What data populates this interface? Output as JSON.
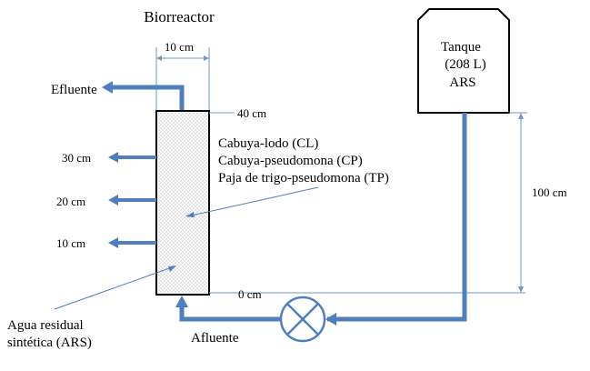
{
  "diagram": {
    "title": "Biorreactor",
    "width_label": "10 cm",
    "effluent_label": "Efluente",
    "tank": {
      "line1": "Tanque",
      "line2": "(208 L)",
      "line3": "ARS"
    },
    "height_marks": {
      "top": "40 cm",
      "bottom": "0 cm",
      "tank_height": "100 cm"
    },
    "ports": {
      "p30": "30 cm",
      "p20": "20 cm",
      "p10": "10 cm"
    },
    "packing": {
      "cl": "Cabuya-lodo (CL)",
      "cp": "Cabuya-pseudomona (CP)",
      "tp": "Paja de trigo-pseudomona (TP)"
    },
    "influent_label": "Afluente",
    "ars_label": {
      "line1": "Agua residual",
      "line2": "sintética (ARS)"
    },
    "colors": {
      "pipe": "#4f7fbe",
      "dimension_line": "#6f97cc",
      "outline": "#000000"
    }
  }
}
